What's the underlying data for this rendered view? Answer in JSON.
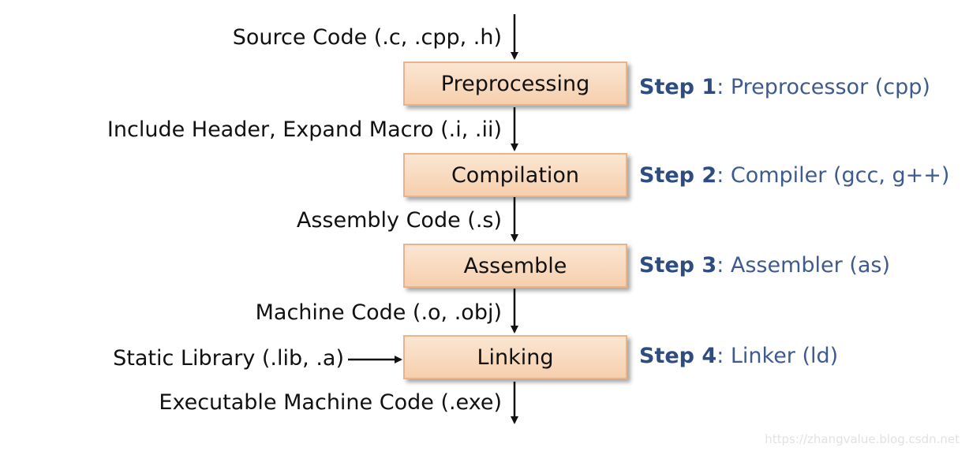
{
  "inputs": {
    "source": "Source Code (.c, .cpp, .h)",
    "preprocessed": "Include Header, Expand Macro (.i, .ii)",
    "assembly": "Assembly Code (.s)",
    "machine": "Machine Code (.o, .obj)",
    "static_lib": "Static Library (.lib, .a)",
    "executable": "Executable Machine Code (.exe)"
  },
  "stages": [
    {
      "label": "Preprocessing",
      "step_num": "Step 1",
      "step_tool": ": Preprocessor (cpp)"
    },
    {
      "label": "Compilation",
      "step_num": "Step 2",
      "step_tool": ": Compiler (gcc, g++)"
    },
    {
      "label": "Assemble",
      "step_num": "Step 3",
      "step_tool": ": Assembler (as)"
    },
    {
      "label": "Linking",
      "step_num": "Step 4",
      "step_tool": ": Linker (ld)"
    }
  ],
  "watermark": "https://zhangvalue.blog.csdn.net",
  "colors": {
    "box_fill": "#f6cfae",
    "box_border": "#e8b48c",
    "step_text": "#3f5a8e",
    "arrow": "#111111"
  }
}
